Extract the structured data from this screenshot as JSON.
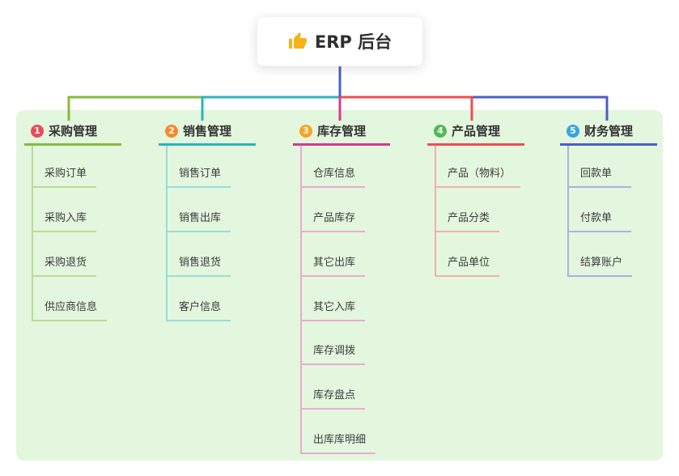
{
  "panel_color": "#e3f6de",
  "root": {
    "title": "ERP 后台",
    "icon": "thumbs-up-icon",
    "icon_color": "#f6b21b"
  },
  "branches": [
    {
      "number": "1",
      "title": "采购管理",
      "badge_color": "#e84c57",
      "color": "#84bb3d",
      "light": "#bcdc90",
      "items": [
        "采购订单",
        "采购入库",
        "采购退货",
        "供应商信息"
      ]
    },
    {
      "number": "2",
      "title": "销售管理",
      "badge_color": "#f6882b",
      "color": "#2ab5b9",
      "light": "#9adcd9",
      "items": [
        "销售订单",
        "销售出库",
        "销售退货",
        "客户信息"
      ]
    },
    {
      "number": "3",
      "title": "库存管理",
      "badge_color": "#f9a326",
      "color": "#d63a90",
      "light": "#efa9cf",
      "items": [
        "仓库信息",
        "产品库存",
        "其它出库",
        "其它入库",
        "库存调拨",
        "库存盘点",
        "出库库明细"
      ]
    },
    {
      "number": "4",
      "title": "产品管理",
      "badge_color": "#53b956",
      "color": "#ee4d4f",
      "light": "#f4aeab",
      "items": [
        "产品（物料）",
        "产品分类",
        "产品单位"
      ]
    },
    {
      "number": "5",
      "title": "财务管理",
      "badge_color": "#38a6de",
      "color": "#4a5fc4",
      "light": "#a9b3e2",
      "items": [
        "回款单",
        "付款单",
        "结算账户"
      ]
    }
  ]
}
